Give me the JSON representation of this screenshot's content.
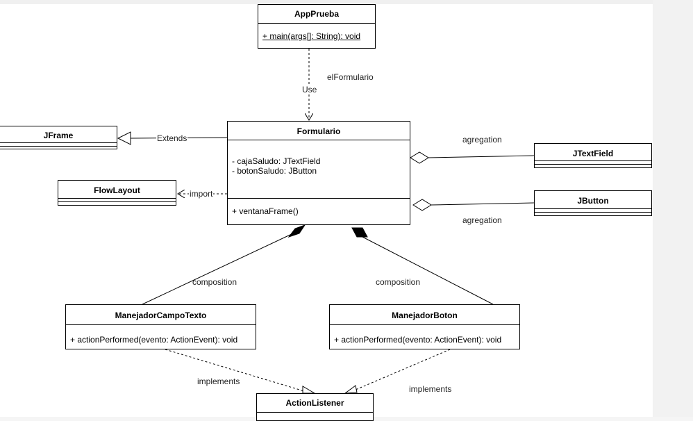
{
  "diagram": {
    "classes": {
      "app_prueba": {
        "name": "AppPrueba",
        "methods": [
          "+ main(args[]: String): void"
        ]
      },
      "formulario": {
        "name": "Formulario",
        "attributes": [
          "- cajaSaludo: JTextField",
          "- botonSaludo: JButton"
        ],
        "methods": [
          "+ ventanaFrame()"
        ]
      },
      "jframe": {
        "name": "JFrame"
      },
      "flowlayout": {
        "name": "FlowLayout"
      },
      "jtextfield": {
        "name": "JTextField"
      },
      "jbutton": {
        "name": "JButton"
      },
      "manejador_campo_texto": {
        "name": "ManejadorCampoTexto",
        "methods": [
          "+ actionPerformed(evento: ActionEvent): void"
        ]
      },
      "manejador_boton": {
        "name": "ManejadorBoton",
        "methods": [
          "+ actionPerformed(evento: ActionEvent): void"
        ]
      },
      "action_listener": {
        "name": "ActionListener"
      }
    },
    "relations": {
      "use_role": "elFormulario",
      "use_label": "Use",
      "extends_label": "Extends",
      "import_label": "import",
      "agregation_textfield": "agregation",
      "agregation_button": "agregation",
      "composition_left": "composition",
      "composition_right": "composition",
      "implements_left": "implements",
      "implements_right": "implements"
    }
  }
}
